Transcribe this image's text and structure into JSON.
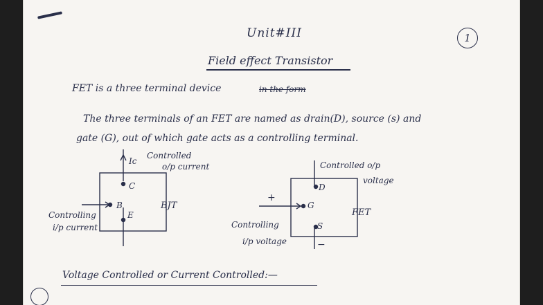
{
  "document": {
    "heading": "Unit#III",
    "page_number": "1",
    "title": "Field effect Transistor",
    "line1": "FET is a three terminal device",
    "line1_strike": "in the form",
    "line2": "The three terminals of an FET are named as drain(D), source (s) and",
    "line3": "gate (G), out of which gate acts as a controlling terminal.",
    "bjt": {
      "ic": "Ic",
      "output": "Controlled",
      "output2": "o/p current",
      "c": "C",
      "b": "B",
      "e": "E",
      "input": "Controlling",
      "input2": "i/p current",
      "name": "BJT"
    },
    "fet": {
      "output": "Controlled o/p",
      "output2": "voltage",
      "d": "D",
      "g": "G",
      "s": "S",
      "plus": "+",
      "minus": "−",
      "input": "Controlling",
      "input2": "i/p voltage",
      "name": "FET"
    },
    "section_heading": "Voltage Controlled or Current Controlled:—"
  },
  "colors": {
    "ink": "#2a2f4a",
    "paper": "#f7f5f2"
  }
}
